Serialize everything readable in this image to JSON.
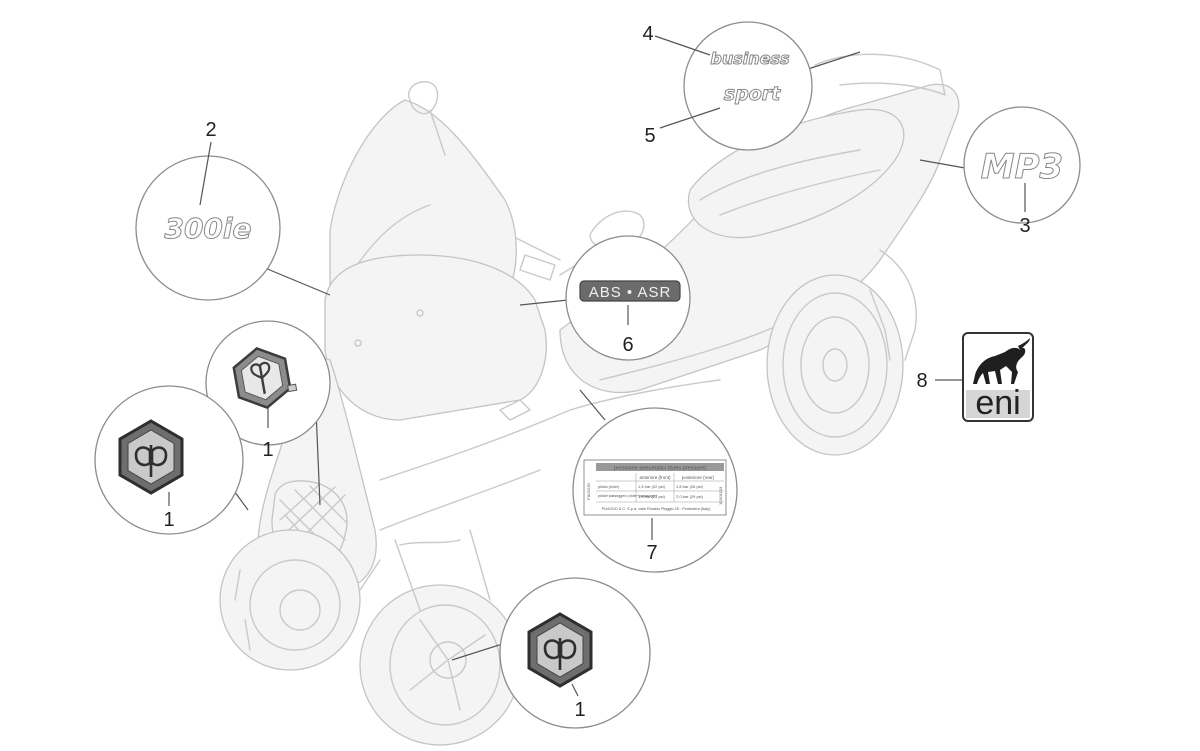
{
  "labels": {
    "n1a": "1",
    "n1b": "1",
    "n1c": "1",
    "n2": "2",
    "n3": "3",
    "n4": "4",
    "n5": "5",
    "n6": "6",
    "n7": "7",
    "n8": "8"
  },
  "badges": {
    "model_300ie": "300ie",
    "business": "business",
    "sport": "sport",
    "mp3": "MP3",
    "abs_asr": "ABS • ASR",
    "eni": "eni"
  },
  "tyre_label": {
    "title": "pressione pneumatici (tyres pressure)",
    "col_front": "anteriore (front)",
    "col_rear": "posteriore (rear)",
    "row1_label": "pilota (rider)",
    "row1_front": "1,5 bar (22 psi)",
    "row1_rear": "1,8 bar (26 psi)",
    "row2_label": "pilota+passeggero (rider+passenger)",
    "row2_front": "1,5 bar (22 psi)",
    "row2_rear": "2,0 bar (29 psi)",
    "footer": "PIAGGIO & C. S.p.a. viale Rinaldo Piaggio 25 - Pontedera (Italy)",
    "side_left": "PIAGGIO",
    "side_right": "1D001133"
  },
  "colors": {
    "line": "#c9c9c9",
    "callout": "#8c8c8c",
    "text": "#222222",
    "badge_dark": "#4a4a4a",
    "badge_light": "#d8d8d8"
  }
}
